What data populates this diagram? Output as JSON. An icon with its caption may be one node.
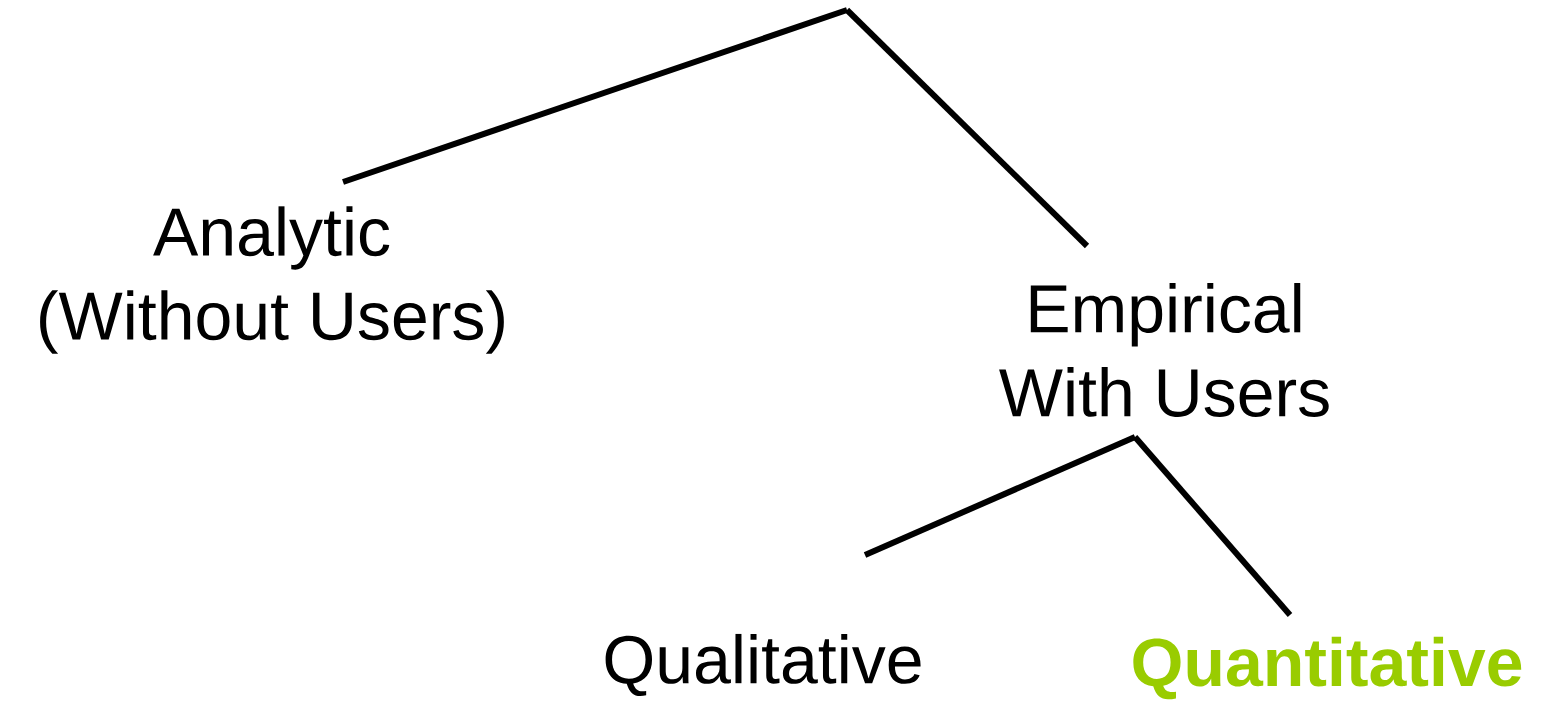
{
  "diagram": {
    "nodes": [
      {
        "text": [
          "Analytic",
          "(Without Users)"
        ]
      },
      {
        "text": [
          "Empirical",
          "With Users"
        ]
      },
      {
        "text": [
          "Qualitative"
        ]
      },
      {
        "text": [
          "Quantitative"
        ]
      }
    ],
    "edges": [
      {
        "from": null,
        "to": 0,
        "arrow": "none"
      },
      {
        "from": null,
        "to": 1,
        "arrow": "none"
      },
      {
        "from": 1,
        "to": 2,
        "arrow": "none"
      },
      {
        "from": 1,
        "to": 3,
        "arrow": "none"
      }
    ]
  }
}
